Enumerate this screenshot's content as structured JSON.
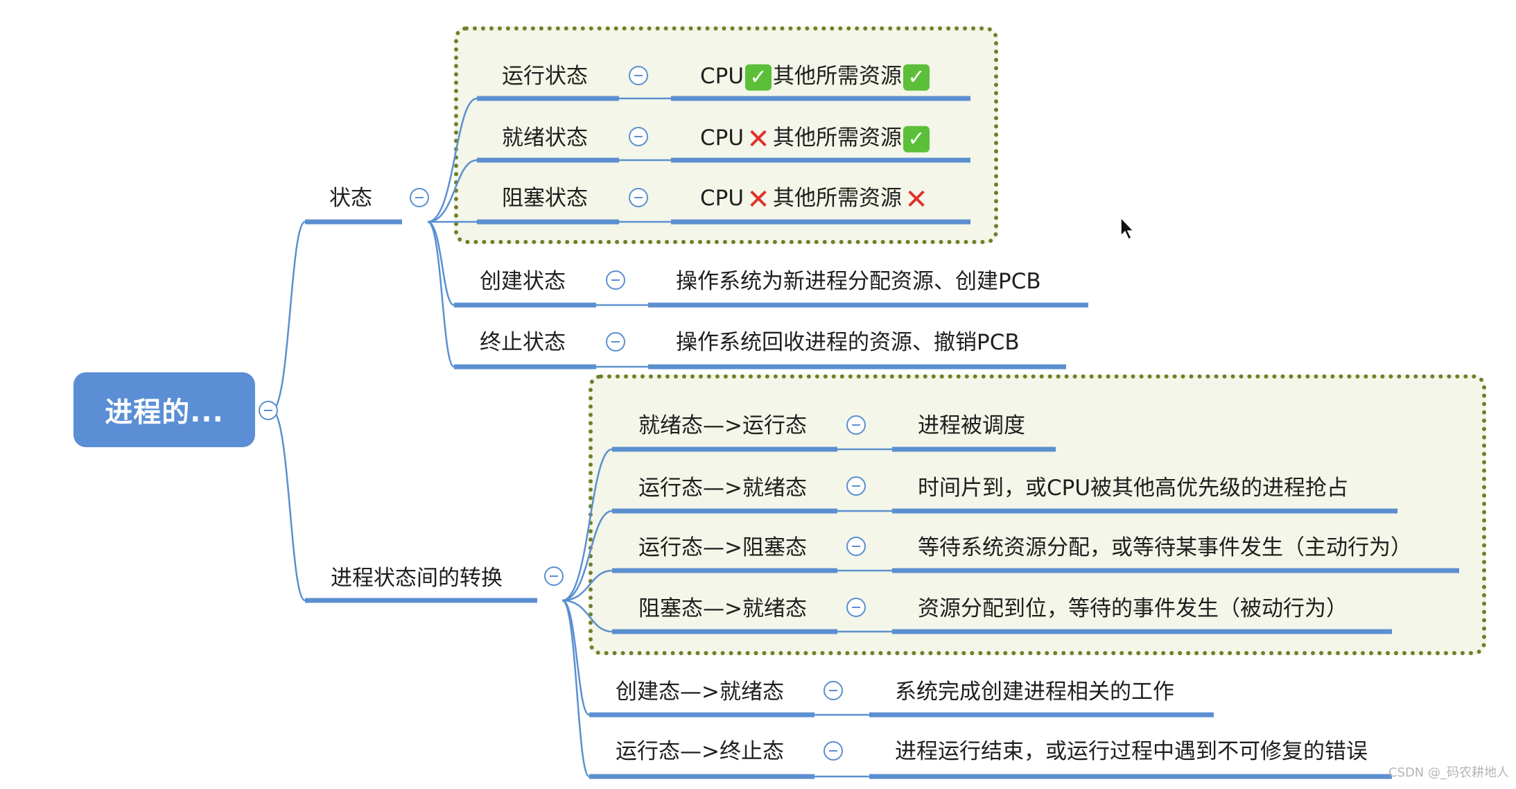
{
  "root": {
    "label": "进程的..."
  },
  "states": {
    "label": "状态",
    "items": [
      {
        "name": "运行状态",
        "parts": [
          "CPU",
          "check",
          "其他所需资源",
          "check"
        ]
      },
      {
        "name": "就绪状态",
        "parts": [
          "CPU",
          "cross",
          "其他所需资源",
          "check"
        ]
      },
      {
        "name": "阻塞状态",
        "parts": [
          "CPU",
          "cross",
          "其他所需资源",
          "cross"
        ]
      },
      {
        "name": "创建状态",
        "desc": "操作系统为新进程分配资源、创建PCB"
      },
      {
        "name": "终止状态",
        "desc": "操作系统回收进程的资源、撤销PCB"
      }
    ]
  },
  "transitions": {
    "label": "进程状态间的转换",
    "items": [
      {
        "name": "就绪态—>运行态",
        "desc": "进程被调度"
      },
      {
        "name": "运行态—>就绪态",
        "desc": "时间片到，或CPU被其他高优先级的进程抢占"
      },
      {
        "name": "运行态—>阻塞态",
        "desc": "等待系统资源分配，或等待某事件发生（主动行为）"
      },
      {
        "name": "阻塞态—>就绪态",
        "desc": "资源分配到位，等待的事件发生（被动行为）"
      },
      {
        "name": "创建态—>就绪态",
        "desc": "系统完成创建进程相关的工作"
      },
      {
        "name": "运行态—>终止态",
        "desc": "进程运行结束，或运行过程中遇到不可修复的错误"
      }
    ]
  },
  "colors": {
    "accent": "#5b8ed4",
    "line": "#5b8fd0",
    "group_fill": "#f3f6e8",
    "group_border": "#6f7f2a",
    "check": "#5cbf3a",
    "cross": "#e0302a"
  },
  "watermark": "CSDN @_码农耕地人"
}
